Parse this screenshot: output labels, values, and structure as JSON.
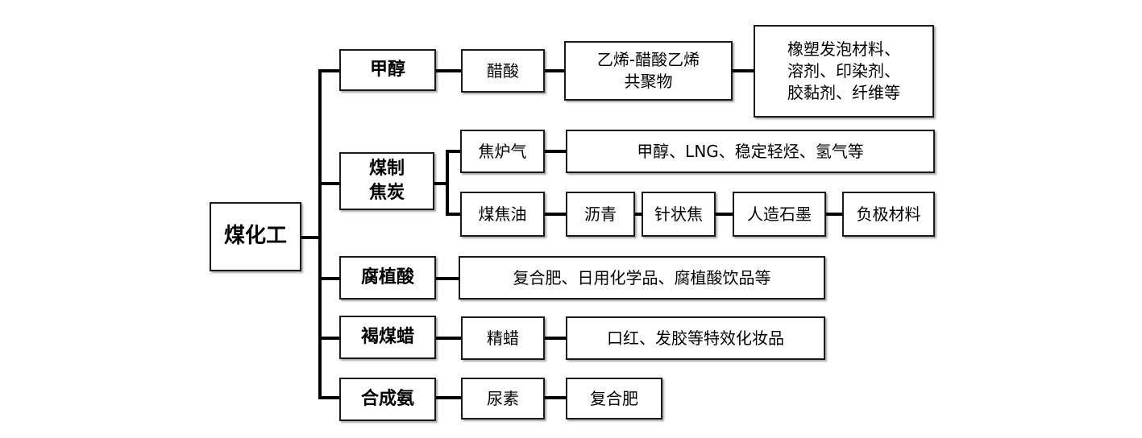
{
  "root": "煤化工",
  "branches": {
    "methanol": {
      "label": "甲醇",
      "chain": [
        "醋酸",
        "乙烯-醋酸乙烯\n共聚物",
        "橡塑发泡材料、\n溶剂、印染剂、\n胶黏剂、纤维等"
      ]
    },
    "coke": {
      "label": "煤制\n焦炭",
      "gas": {
        "label": "焦炉气",
        "products": "甲醇、LNG、稳定轻烃、氢气等"
      },
      "tar": {
        "label": "煤焦油",
        "chain": [
          "沥青",
          "针状焦",
          "人造石墨",
          "负极材料"
        ]
      }
    },
    "humic": {
      "label": "腐植酸",
      "products": "复合肥、日用化学品、腐植酸饮品等"
    },
    "wax": {
      "label": "褐煤蜡",
      "chain": [
        "精蜡",
        "口红、发胶等特效化妆品"
      ]
    },
    "ammonia": {
      "label": "合成氨",
      "chain": [
        "尿素",
        "复合肥"
      ]
    }
  }
}
